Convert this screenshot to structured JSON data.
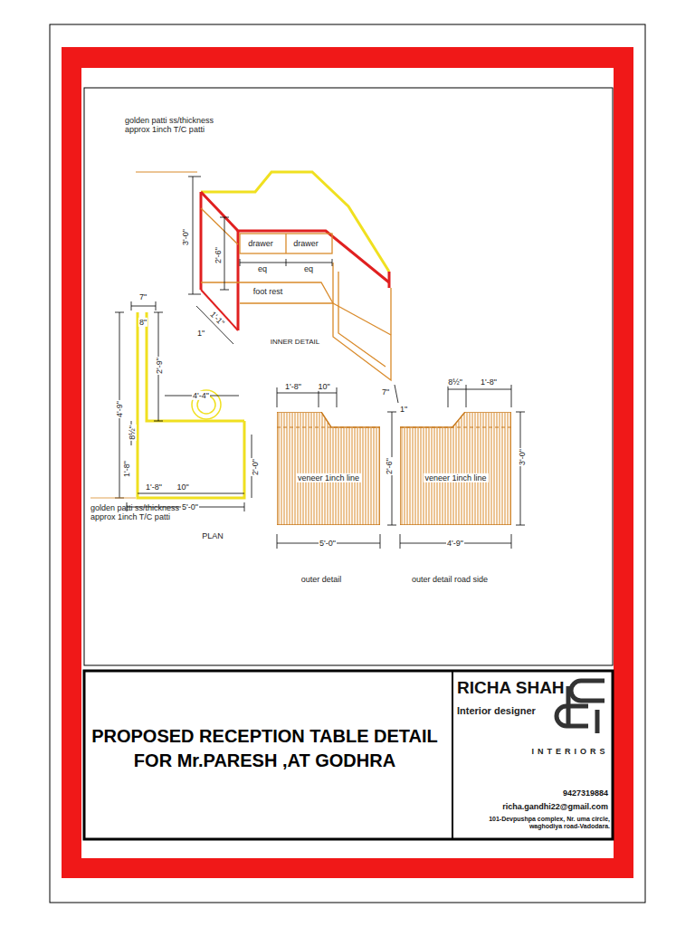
{
  "diagram": {
    "title": "PROPOSED RECEPTION TABLE DETAIL FOR Mr.PARESH ,AT GODHRA",
    "nodes": [
      {
        "text": [
          "veneer 1inch line"
        ]
      },
      {
        "text": [
          "veneer 1inch line"
        ]
      },
      {
        "text": [
          "RICHA SHAH",
          "Interior designer",
          "9427319884",
          "richa.gandhi22@gmail.com",
          "101-Devpushpa complex, Nr. uma circle, waghodiya road-Vadodara."
        ]
      }
    ],
    "labels": [
      "golden patti ss/thickness approx 1inch T/C patti",
      "3'-0\"",
      "2'-6\"",
      "drawer",
      "drawer",
      "eq",
      "eq",
      "foot rest",
      "1'-1\"",
      "1\"",
      "INNER DETAIL",
      "7\"",
      "1\"",
      "7\"",
      "8\"",
      "2'-9\"",
      "4'-4\"",
      "4'-9\"",
      "8½\"",
      "1'-8\"",
      "1'-8\"",
      "10\"",
      "2'-0\"",
      "5'-0\"",
      "PLAN",
      "golden patti ss/thickness approx 1inch T/C patti",
      "1'-8\"",
      "10\"",
      "2'-6\"",
      "5'-0\"",
      "outer detail",
      "8½\"",
      "1'-8\"",
      "3'-0\"",
      "4'-9\"",
      "outer detail road side",
      "INTERIORS"
    ]
  }
}
